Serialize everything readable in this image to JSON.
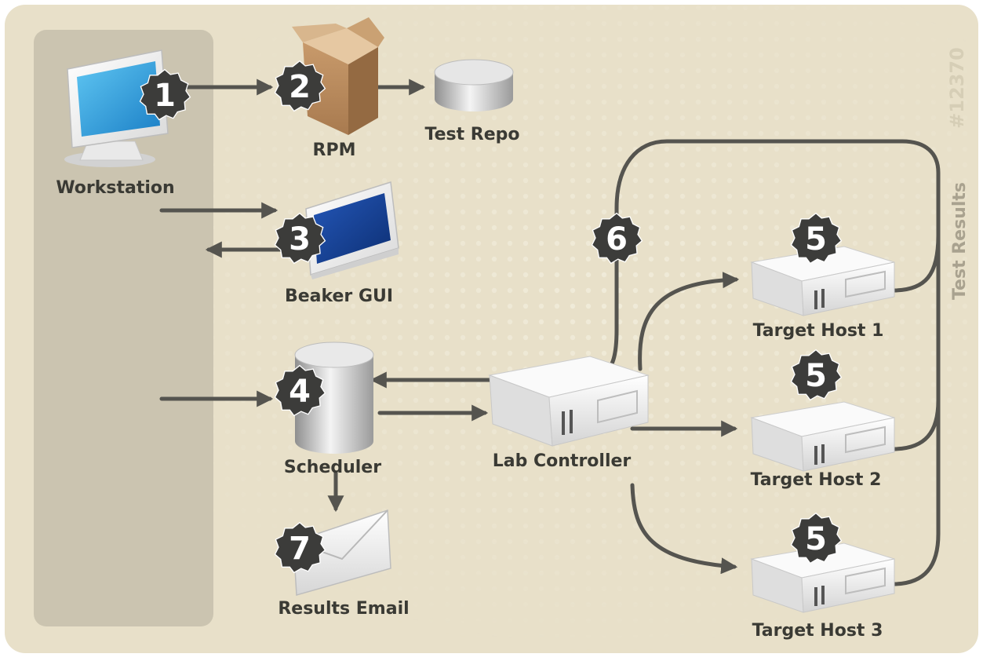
{
  "diagram": {
    "watermark": "#12370",
    "side_label": "Test Results",
    "nodes": {
      "workstation": "Workstation",
      "rpm": "RPM",
      "test_repo": "Test Repo",
      "beaker_gui": "Beaker GUI",
      "scheduler": "Scheduler",
      "results_email": "Results Email",
      "lab_controller": "Lab Controller",
      "target_host_1": "Target Host 1",
      "target_host_2": "Target Host 2",
      "target_host_3": "Target Host 3"
    },
    "badges": {
      "b1": "1",
      "b2": "2",
      "b3": "3",
      "b4": "4",
      "b5a": "5",
      "b5b": "5",
      "b5c": "5",
      "b6": "6",
      "b7": "7"
    },
    "colors": {
      "background": "#e8e0c9",
      "panel": "#cbc4b0",
      "arrow": "#55544f",
      "badge": "#3c3c3a",
      "label": "#3a3a34"
    }
  }
}
